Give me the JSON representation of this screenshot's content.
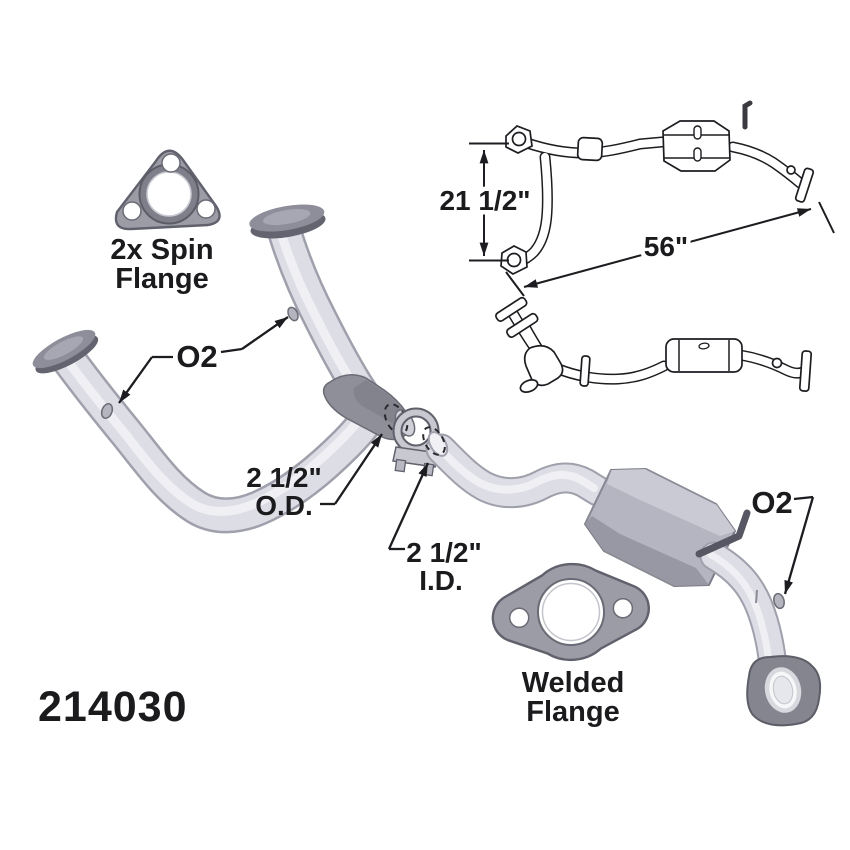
{
  "part_number": "214030",
  "dimensions": {
    "height": "21 1/2\"",
    "length": "56\""
  },
  "callouts": {
    "spin_flange": {
      "line1": "2x Spin",
      "line2": "Flange"
    },
    "o2_left": "O2",
    "o2_right": "O2",
    "outer_diameter": {
      "line1": "2 1/2\"",
      "line2": "O.D."
    },
    "inner_diameter": {
      "line1": "2 1/2\"",
      "line2": "I.D."
    },
    "welded_flange": {
      "line1": "Welded",
      "line2": "Flange"
    }
  },
  "colors": {
    "background": "#ffffff",
    "ink": "#1d1d21",
    "pipe_light": "#dcdde5",
    "pipe_shadow": "#9fa0ac",
    "dark_metal": "#8e8f99",
    "gasket_gray": "#9b9ca5",
    "converter_body": "#b4b5c0"
  }
}
